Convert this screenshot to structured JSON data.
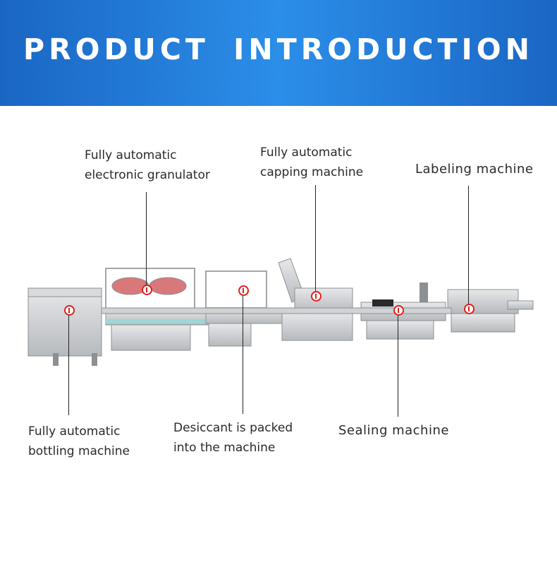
{
  "header": {
    "title": "PRODUCT INTRODUCTION"
  },
  "callouts": {
    "granulator": "Fully automatic\nelectronic granulator",
    "capping": "Fully automatic\ncapping machine",
    "labeling": "Labeling machine",
    "bottling": "Fully automatic\nbottling machine",
    "desiccant": "Desiccant is packed\ninto the machine",
    "sealing": "Sealing machine"
  },
  "colors": {
    "banner": "#2b8ee8",
    "marker": "#e0201c",
    "machine_steel": "#c9ccce"
  }
}
